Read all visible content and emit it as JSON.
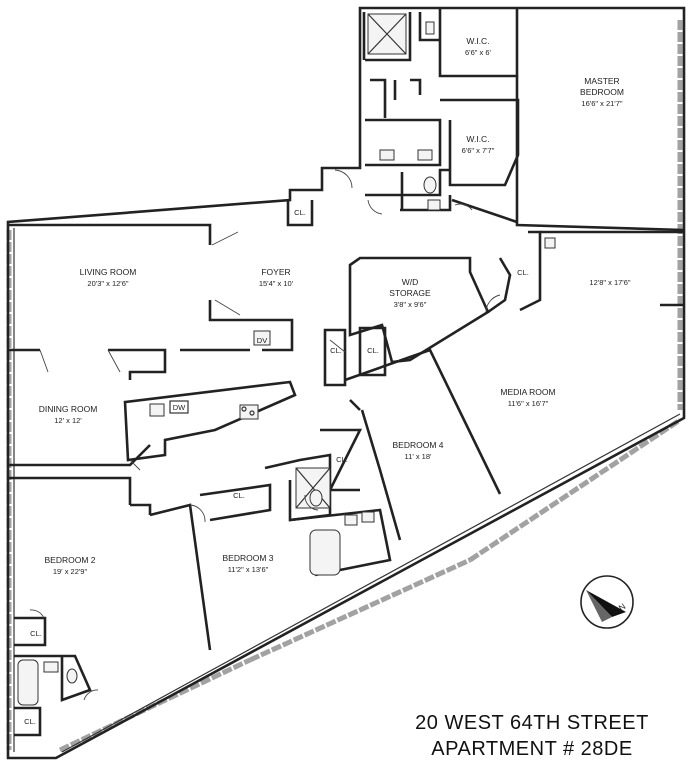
{
  "rooms": {
    "wic1": {
      "name": "W.I.C.",
      "dim": "6'6\" x 6'"
    },
    "wic2": {
      "name": "W.I.C.",
      "dim": "6'6\" x 7'7\""
    },
    "master": {
      "name1": "MASTER",
      "name2": "BEDROOM",
      "dim": "16'6\" x 21'7\""
    },
    "living": {
      "name": "LIVING ROOM",
      "dim": "20'3\" x 12'6\""
    },
    "foyer": {
      "name": "FOYER",
      "dim": "15'4\" x 10'"
    },
    "storage": {
      "name1": "W/D",
      "name2": "STORAGE",
      "dim": "3'8\" x 9'6\""
    },
    "unnamed": {
      "dim": "12'8\" x 17'6\""
    },
    "media": {
      "name": "MEDIA ROOM",
      "dim": "11'6\" x 16'7\""
    },
    "dining": {
      "name": "DINING ROOM",
      "dim": "12' x 12'"
    },
    "bedroom4": {
      "name": "BEDROOM 4",
      "dim": "11' x 18'"
    },
    "bedroom3": {
      "name": "BEDROOM 3",
      "dim": "11'2\" x 13'6\""
    },
    "bedroom2": {
      "name": "BEDROOM 2",
      "dim": "19' x 22'9\""
    }
  },
  "closet_label": "CL.",
  "appliances": {
    "dw": "DW",
    "dv": "DV"
  },
  "compass_letter": "N",
  "title": {
    "line1": "20 WEST 64TH STREET",
    "line2": "APARTMENT # 28DE"
  }
}
